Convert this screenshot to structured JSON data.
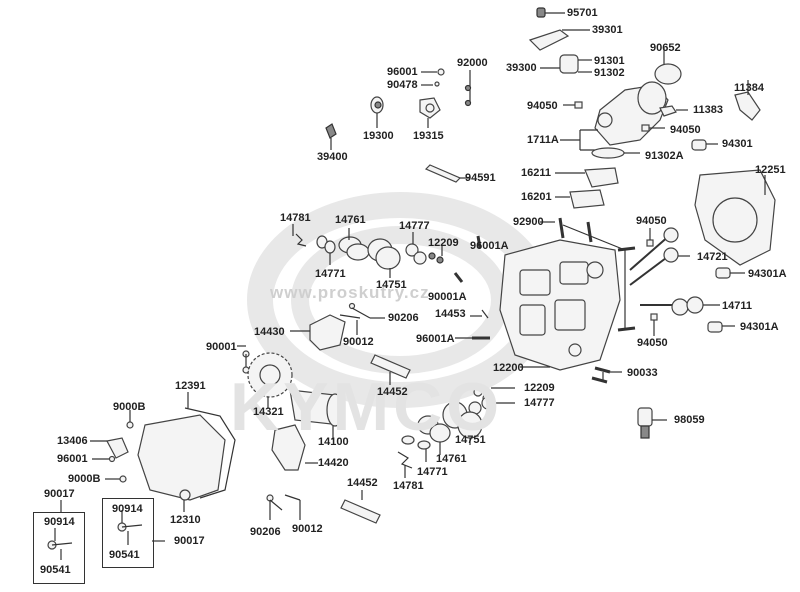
{
  "diagram": {
    "title": "Cylinder head parts diagram",
    "watermark_url": "www.proskutry.cz",
    "watermark_brand": "KYMCO",
    "labels": [
      {
        "id": "95701",
        "text": "95701"
      },
      {
        "id": "39301",
        "text": "39301"
      },
      {
        "id": "92000",
        "text": "92000"
      },
      {
        "id": "90652",
        "text": "90652"
      },
      {
        "id": "96001-top",
        "text": "96001"
      },
      {
        "id": "90478",
        "text": "90478"
      },
      {
        "id": "39300",
        "text": "39300"
      },
      {
        "id": "91301",
        "text": "91301"
      },
      {
        "id": "91302",
        "text": "91302"
      },
      {
        "id": "11384",
        "text": "11384"
      },
      {
        "id": "94050-a",
        "text": "94050"
      },
      {
        "id": "11383",
        "text": "11383"
      },
      {
        "id": "19300",
        "text": "19300"
      },
      {
        "id": "19315",
        "text": "19315"
      },
      {
        "id": "94050-b",
        "text": "94050"
      },
      {
        "id": "1711A",
        "text": "1711A"
      },
      {
        "id": "94301",
        "text": "94301"
      },
      {
        "id": "39400",
        "text": "39400"
      },
      {
        "id": "91302A",
        "text": "91302A"
      },
      {
        "id": "16211",
        "text": "16211"
      },
      {
        "id": "12251",
        "text": "12251"
      },
      {
        "id": "94591",
        "text": "94591"
      },
      {
        "id": "16201",
        "text": "16201"
      },
      {
        "id": "14781-top",
        "text": "14781"
      },
      {
        "id": "14761-top",
        "text": "14761"
      },
      {
        "id": "14777-top",
        "text": "14777"
      },
      {
        "id": "92900",
        "text": "92900"
      },
      {
        "id": "94050-c",
        "text": "94050"
      },
      {
        "id": "12209-top",
        "text": "12209"
      },
      {
        "id": "96001A-top",
        "text": "96001A"
      },
      {
        "id": "14721",
        "text": "14721"
      },
      {
        "id": "14771-top",
        "text": "14771"
      },
      {
        "id": "14751-top",
        "text": "14751"
      },
      {
        "id": "94301A-a",
        "text": "94301A"
      },
      {
        "id": "90001A",
        "text": "90001A"
      },
      {
        "id": "14711",
        "text": "14711"
      },
      {
        "id": "14453",
        "text": "14453"
      },
      {
        "id": "90206-top",
        "text": "90206"
      },
      {
        "id": "94301A-b",
        "text": "94301A"
      },
      {
        "id": "14430",
        "text": "14430"
      },
      {
        "id": "90012-top",
        "text": "90012"
      },
      {
        "id": "96001A-bottom",
        "text": "96001A"
      },
      {
        "id": "94050-d",
        "text": "94050"
      },
      {
        "id": "90001",
        "text": "90001"
      },
      {
        "id": "90033",
        "text": "90033"
      },
      {
        "id": "12200",
        "text": "12200"
      },
      {
        "id": "14452-top",
        "text": "14452"
      },
      {
        "id": "12391",
        "text": "12391"
      },
      {
        "id": "12209-bottom",
        "text": "12209"
      },
      {
        "id": "14777-bottom",
        "text": "14777"
      },
      {
        "id": "14321",
        "text": "14321"
      },
      {
        "id": "9000B-top",
        "text": "9000B"
      },
      {
        "id": "98059",
        "text": "98059"
      },
      {
        "id": "14751-bottom",
        "text": "14751"
      },
      {
        "id": "14100",
        "text": "14100"
      },
      {
        "id": "13406",
        "text": "13406"
      },
      {
        "id": "14761-bottom",
        "text": "14761"
      },
      {
        "id": "96001-left",
        "text": "96001"
      },
      {
        "id": "14420",
        "text": "14420"
      },
      {
        "id": "14771-bottom",
        "text": "14771"
      },
      {
        "id": "9000B-bottom",
        "text": "9000B"
      },
      {
        "id": "14781-bottom",
        "text": "14781"
      },
      {
        "id": "14452-bottom",
        "text": "14452"
      },
      {
        "id": "90017-left",
        "text": "90017"
      },
      {
        "id": "12310",
        "text": "12310"
      },
      {
        "id": "90914-left",
        "text": "90914"
      },
      {
        "id": "90914-right",
        "text": "90914"
      },
      {
        "id": "90017-right",
        "text": "90017"
      },
      {
        "id": "90206-bottom",
        "text": "90206"
      },
      {
        "id": "90012-bottom",
        "text": "90012"
      },
      {
        "id": "90541-left",
        "text": "90541"
      },
      {
        "id": "90541-right",
        "text": "90541"
      }
    ]
  }
}
